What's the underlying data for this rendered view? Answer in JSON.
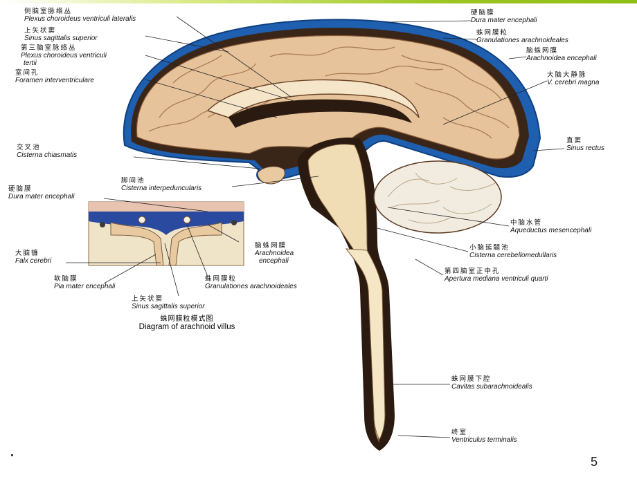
{
  "page_number": "5",
  "caption": {
    "zh": "蛛网膜粒模式图",
    "en": "Diagram of arachnoid villus"
  },
  "labels": {
    "plexus_lat": {
      "zh": "侧脑室脉络丛",
      "la": "Plexus choroideus ventriculi lateralis"
    },
    "sinus_sag_sup": {
      "zh": "上矢状窦",
      "la": "Sinus sagittalis superior"
    },
    "plexus_third": {
      "zh": "第三脑室脉络丛",
      "la": "Plexus choroideus ventriculi",
      "la2": "tertii"
    },
    "foramen": {
      "zh": "室间孔",
      "la": "Foramen interventriculare"
    },
    "cisterna_chiasmatis": {
      "zh": "交叉池",
      "la": "Cisterna chiasmatis"
    },
    "cisterna_interped": {
      "zh": "脚间池",
      "la": "Cisterna interpeduncularis"
    },
    "dura_left": {
      "zh": "硬脑膜",
      "la": "Dura mater encephali"
    },
    "falx": {
      "zh": "大脑镰",
      "la": "Falx cerebri"
    },
    "pia": {
      "zh": "软脑膜",
      "la": "Pia mater encephali"
    },
    "arachnoidea_inset": {
      "zh": "脑蛛网膜",
      "la": "Arachnoidea",
      "la2": "encephali"
    },
    "granulationes_inset": {
      "zh": "蛛网膜粒",
      "la": "Granulationes arachnoideales"
    },
    "sinus_sag_sup_inset": {
      "zh": "上矢状窦",
      "la": "Sinus sagittalis superior"
    },
    "dura_right": {
      "zh": "硬脑膜",
      "la": "Dura mater encephali"
    },
    "granulationes_right": {
      "zh": "蛛网膜粒",
      "la": "Granulationes arachnoideales"
    },
    "arachnoidea_right": {
      "zh": "脑蛛网膜",
      "la": "Arachnoidea encephali"
    },
    "v_cerebri_magna": {
      "zh": "大脑大静脉",
      "la": "V. cerebri magna"
    },
    "sinus_rectus": {
      "zh": "直窦",
      "la": "Sinus rectus"
    },
    "aqueductus": {
      "zh": "中脑水管",
      "la": "Aqueductus mesencephali"
    },
    "cisterna_cerebello": {
      "zh": "小脑延髓池",
      "la": "Cisterna cerebellomedullaris"
    },
    "apertura": {
      "zh": "第四脑室正中孔",
      "la": "Apertura mediana ventriculi quarti"
    },
    "cavitas": {
      "zh": "蛛网膜下腔",
      "la": "Cavitas subarachnoidealis"
    },
    "ventriculus_terminalis": {
      "zh": "终室",
      "la": "Ventriculus terminalis"
    }
  },
  "colors": {
    "dura_blue": "#1e5fb0",
    "brain": "#e9c9a0",
    "csf_dark": "#2a1a12",
    "cord": "#f1e2c0",
    "cerebellum": "#f3eee4",
    "green_bar": "#8fbf12"
  }
}
